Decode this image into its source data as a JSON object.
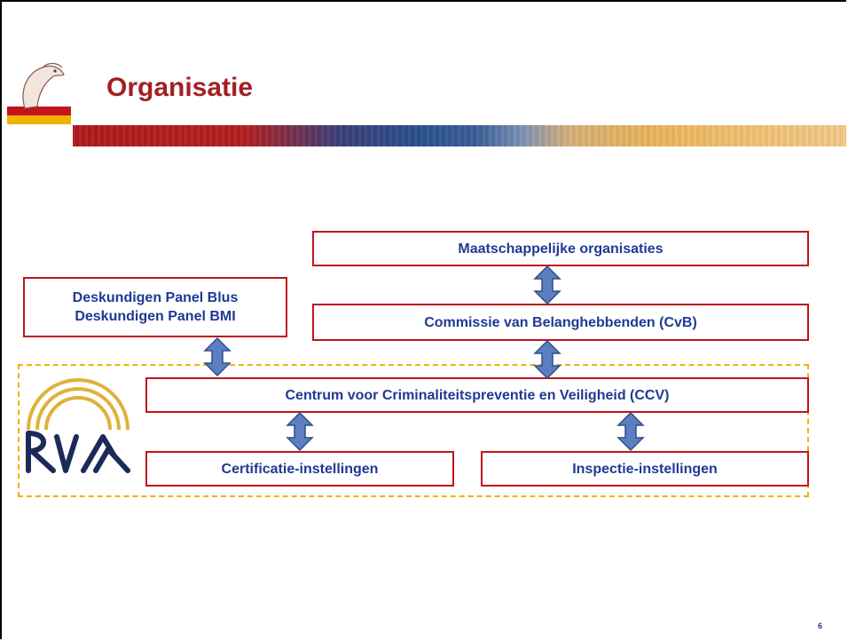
{
  "slide": {
    "title": "Organisatie",
    "page_number": "6"
  },
  "diagram": {
    "boxes": {
      "maatschappelijk": "Maatschappelijke organisaties",
      "cvb": "Commissie van Belanghebbenden (CvB)",
      "panel_line1": "Deskundigen Panel Blus",
      "panel_line2": "Deskundigen Panel BMI",
      "ccv": "Centrum voor Criminaliteitspreventie en Veiligheid (CCV)",
      "certificatie": "Certificatie-instellingen",
      "inspectie": "Inspectie-instellingen"
    },
    "colors": {
      "box_border": "#c0141b",
      "text": "#1f3a93",
      "dashed_border": "#f2b100",
      "arrow_fill": "#5b7fc0",
      "title": "#a31f24"
    }
  }
}
